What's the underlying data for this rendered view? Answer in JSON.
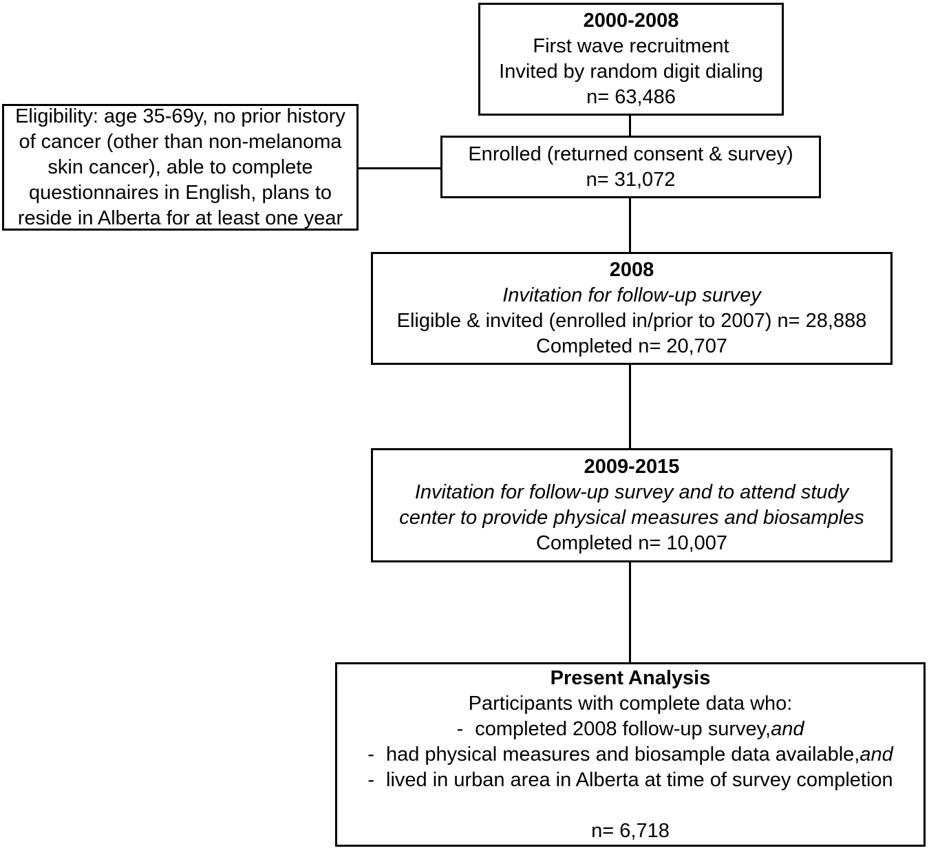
{
  "colors": {
    "ink": "#000000",
    "paper": "#ffffff"
  },
  "flowchart": {
    "first_wave": {
      "period": "2000-2008",
      "line1": "First wave recruitment",
      "line2": "Invited by random digit dialing",
      "n": "n= 63,486"
    },
    "eligibility": {
      "lines": [
        "Eligibility: age 35-69y, no prior history",
        "of cancer (other than non-melanoma",
        "skin cancer), able to complete",
        "questionnaires in English, plans to",
        "reside in Alberta for at least one year"
      ]
    },
    "enrolled": {
      "line1": "Enrolled (returned consent & survey)",
      "n": "n= 31,072"
    },
    "followup_2008": {
      "period": "2008",
      "subtitle": "Invitation for follow-up survey",
      "line1": "Eligible & invited (enrolled in/prior to 2007) n= 28,888",
      "line2": "Completed n= 20,707"
    },
    "followup_2009_2015": {
      "period": "2009-2015",
      "subtitle_line1": "Invitation for follow-up survey and to attend study",
      "subtitle_line2": "center to provide physical measures and biosamples",
      "line1": "Completed n= 10,007"
    },
    "present_analysis": {
      "title": "Present Analysis",
      "intro": "Participants with complete data who:",
      "bullets": [
        {
          "marker": "-",
          "text": "completed 2008 follow-up survey, ",
          "emphasis": "and"
        },
        {
          "marker": "-",
          "text": "had physical measures and biosample data available, ",
          "emphasis": "and"
        },
        {
          "marker": "-",
          "text": "lived in urban area in Alberta at time of survey completion",
          "emphasis": ""
        }
      ],
      "n": "n= 6,718"
    }
  }
}
